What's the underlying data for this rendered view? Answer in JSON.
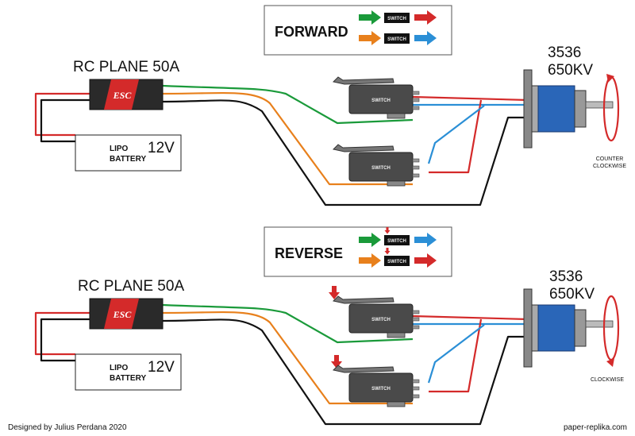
{
  "colors": {
    "red": "#d42a2a",
    "black": "#111111",
    "green": "#1a9a3a",
    "orange": "#e8801c",
    "blue": "#2b8fd6",
    "motor": "#2a66b8",
    "switch_body": "#4a4a4a",
    "esc_body": "#2a2a2a"
  },
  "forward": {
    "mode_title": "FORWARD",
    "legend_switch_labels": [
      "SWITCH",
      "SWITCH"
    ],
    "esc_title": "RC PLANE 50A",
    "esc_label": "ESC",
    "battery_label_line1": "LIPO",
    "battery_label_line2": "BATTERY",
    "battery_voltage": "12V",
    "switch_labels": [
      "SWITCH",
      "SWITCH"
    ],
    "motor_model": "3536",
    "motor_kv": "650KV",
    "rotation_line1": "COUNTER",
    "rotation_line2": "CLOCKWISE"
  },
  "reverse": {
    "mode_title": "REVERSE",
    "legend_switch_labels": [
      "SWITCH",
      "SWITCH"
    ],
    "esc_title": "RC PLANE 50A",
    "esc_label": "ESC",
    "battery_label_line1": "LIPO",
    "battery_label_line2": "BATTERY",
    "battery_voltage": "12V",
    "switch_labels": [
      "SWITCH",
      "SWITCH"
    ],
    "motor_model": "3536",
    "motor_kv": "650KV",
    "rotation_line1": "CLOCKWISE"
  },
  "footer": {
    "designer": "Designed by Julius Perdana 2020",
    "website": "paper-replika.com"
  },
  "icons": [
    "right-arrow-icon",
    "press-down-arrow-icon",
    "rotation-arrow-icon"
  ]
}
